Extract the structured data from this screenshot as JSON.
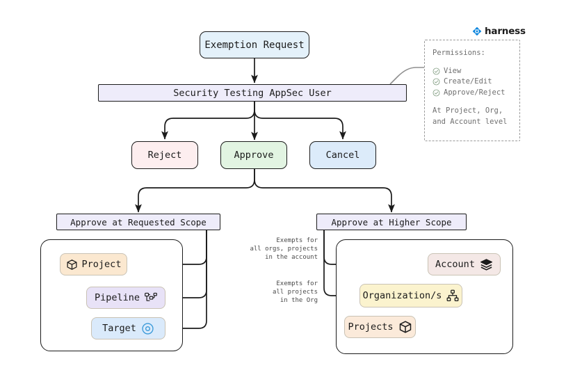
{
  "brand": {
    "name": "harness",
    "accent": "#0a84dd",
    "logo_icon": "harness-diamond-icon"
  },
  "nodes": {
    "exemption_request": "Exemption Request",
    "appsec_user": "Security Testing AppSec User",
    "reject": "Reject",
    "approve": "Approve",
    "cancel": "Cancel",
    "scope_requested": "Approve at Requested Scope",
    "scope_higher": "Approve at Higher Scope",
    "project": "Project",
    "pipeline": "Pipeline",
    "target": "Target",
    "account": "Account",
    "organizations": "Organization/s",
    "projects": "Projects"
  },
  "permissions": {
    "title": "Permissions:",
    "items": [
      "View",
      "Create/Edit",
      "Approve/Reject"
    ],
    "footer_line1": "At Project, Org,",
    "footer_line2": "and Account level",
    "check_icon": "check-circle-icon"
  },
  "edge_labels": {
    "account_scope": "Exempts for\nall orgs, projects\nin the account",
    "org_scope": "Exempts for\nall projects\nin the Org"
  },
  "icons": {
    "project": "cube-icon",
    "pipeline": "pipeline-nodes-icon",
    "target": "target-circle-icon",
    "account": "layers-stack-icon",
    "organizations": "org-chart-icon",
    "projects": "cube-icon"
  },
  "colors": {
    "exemption_fill": "#e4f1fa",
    "appsec_fill": "#eeecfa",
    "reject_fill": "#fdeeef",
    "approve_fill": "#e2f4e2",
    "cancel_fill": "#dcebfa",
    "scope_fill": "#eeecfa",
    "project_fill": "#fbe8d0",
    "pipeline_fill": "#e8e2f7",
    "target_fill": "#daeafb",
    "account_fill": "#f4e8e6",
    "org_fill": "#fbf3ce",
    "projects_fill": "#fbeada",
    "stroke": "#1b1b1b",
    "soft_stroke": "#8f8f8f"
  }
}
